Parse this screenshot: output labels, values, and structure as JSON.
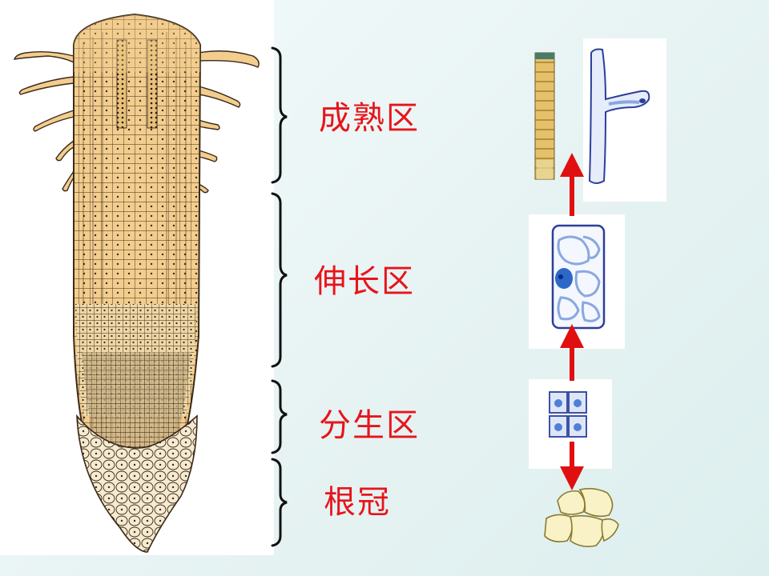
{
  "zones": {
    "maturation": "成熟区",
    "elongation": "伸长区",
    "meristematic": "分生区",
    "root_cap": "根冠"
  },
  "colors": {
    "label_red": "#e8141b",
    "arrow_red": "#e01010",
    "root_tan": "#f2c98a",
    "cell_blue": "#8aa8e0"
  },
  "icons": {
    "xylem_vessel": "vessel-icon",
    "root_hair_cell": "root-hair-cell-icon",
    "elongation_cell": "elongation-cell-icon",
    "meristem_cells": "meristem-cells-icon",
    "root_cap_cells": "root-cap-cells-icon"
  }
}
